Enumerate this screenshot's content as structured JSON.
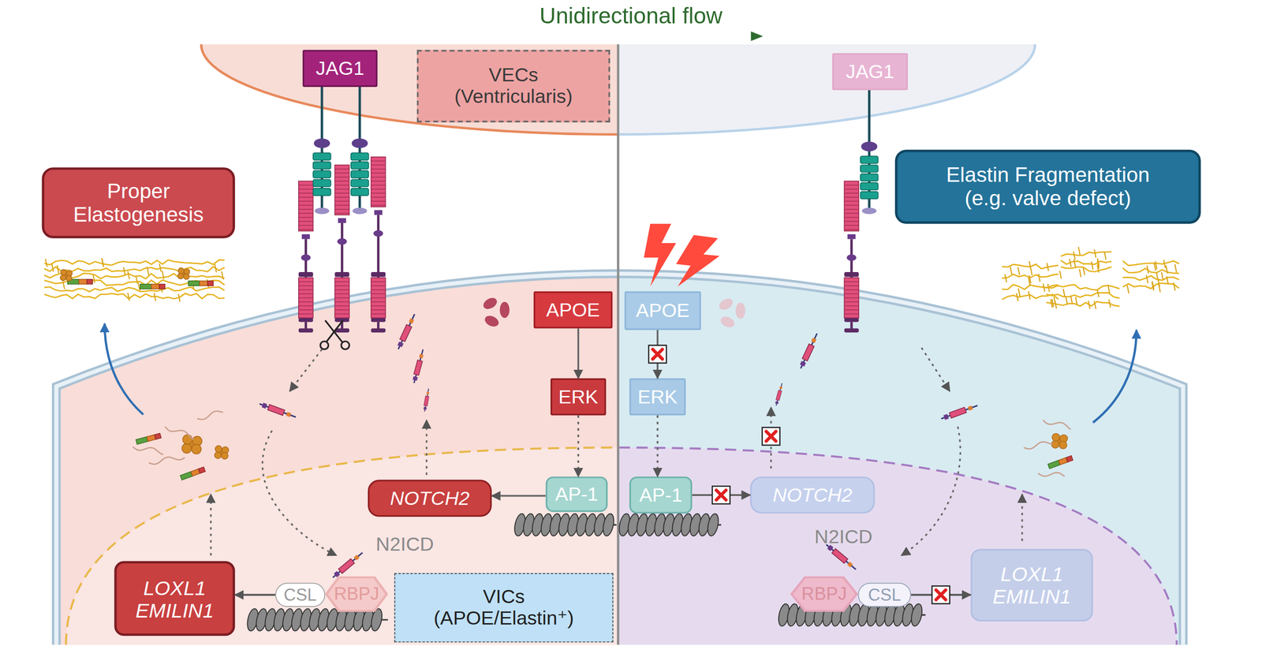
{
  "diagram": {
    "title": "Unidirectional flow",
    "nodes": [
      {
        "text": [
          "JAG1"
        ]
      },
      {
        "text": [
          "VECs (Ventricularis)"
        ]
      },
      {
        "text": [
          "JAG1"
        ]
      },
      {
        "text": [
          "Proper Elastogenesis"
        ]
      },
      {
        "text": [
          "Elastin Fragmentation (e.g. valve defect)"
        ]
      },
      {
        "text": [
          "APOE"
        ]
      },
      {
        "text": [
          "APOE"
        ]
      },
      {
        "text": [
          "ERK"
        ]
      },
      {
        "text": [
          "ERK"
        ]
      },
      {
        "text": [
          "AP-1"
        ]
      },
      {
        "text": [
          "NOTCH2"
        ]
      },
      {
        "text": [
          "AP-1"
        ]
      },
      {
        "text": [
          "NOTCH2"
        ]
      },
      {
        "text": [
          "LOXL1 EMILIN1"
        ]
      },
      {
        "text": [
          "CSL"
        ]
      },
      {
        "text": [
          "RBPJ"
        ]
      },
      {
        "text": [
          "VICs (APOE/Elastin⁺)"
        ]
      },
      {
        "text": [
          "RBPJ"
        ]
      },
      {
        "text": [
          "CSL"
        ]
      },
      {
        "text": [
          "LOXL1 EMILIN1"
        ]
      }
    ],
    "edges": [
      {
        "from": 5,
        "to": 7,
        "arrow": "to"
      },
      {
        "from": 7,
        "to": 9,
        "arrow": "to"
      },
      {
        "from": 9,
        "to": 10,
        "arrow": "to"
      },
      {
        "from": 14,
        "to": 13,
        "arrow": "to"
      },
      {
        "from": 6,
        "to": 8,
        "arrow": "to"
      },
      {
        "from": 8,
        "to": 11,
        "arrow": "to"
      },
      {
        "from": 11,
        "to": 12,
        "arrow": "to"
      },
      {
        "from": 18,
        "to": 19,
        "arrow": "to"
      }
    ],
    "labels": [
      "N2ICD",
      "N2ICD"
    ]
  }
}
